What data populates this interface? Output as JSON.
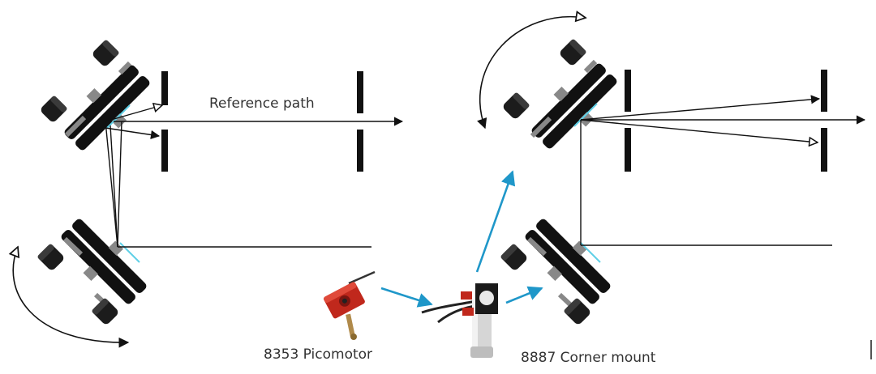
{
  "labels": {
    "reference_path": "Reference path",
    "picomotor": "8353 Picomotor",
    "corner_mount": "8887 Corner mount"
  },
  "colors": {
    "mount_black": "#111111",
    "beam": "#111111",
    "flow_arrow": "#1f97c9",
    "mirror_face": "#5fd0e6",
    "picomotor_red": "#c0281c",
    "text": "#333333"
  },
  "icons": [
    "rotation-arrow-icon",
    "flow-arrow-icon",
    "picomotor-photo",
    "corner-mount-photo"
  ]
}
